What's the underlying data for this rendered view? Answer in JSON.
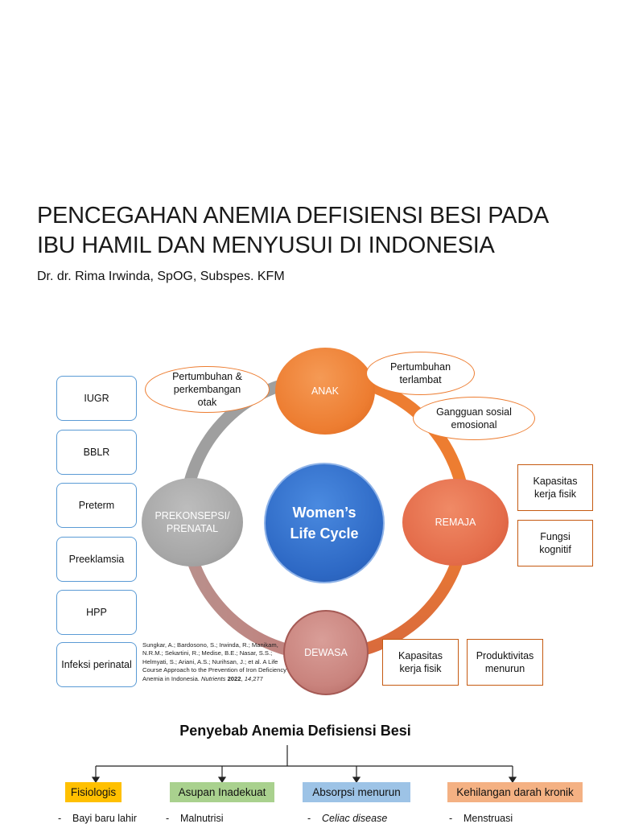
{
  "title_lines": [
    "PENCEGAHAN ANEMIA DEFISIENSI BESI PADA",
    "IBU HAMIL DAN MENYUSUI DI INDONESIA"
  ],
  "subtitle": "Dr. dr. Rima Irwinda, SpOG, Subspes. KFM",
  "cycle": {
    "center_lines": [
      "Women’s",
      "Life Cycle"
    ],
    "stages": {
      "anak": "ANAK",
      "remaja": "REMAJA",
      "dewasa": "DEWASA",
      "prekonsepsi_lines": [
        "PREKONSEPSI/",
        "PRENATAL"
      ]
    },
    "colors": {
      "center": "#2e6fd0",
      "anak": "#ed7d31",
      "remaja": "#e46c4a",
      "dewasa": "#c9837d",
      "prekonsepsi": "#a6a6a6"
    }
  },
  "left_boxes": [
    "IUGR",
    "BBLR",
    "Preterm",
    "Preeklamsia",
    "HPP",
    "Infeksi perinatal"
  ],
  "ovals": {
    "otak_lines": [
      "Pertumbuhan &",
      "perkembangan",
      "otak"
    ],
    "terlambat_lines": [
      "Pertumbuhan",
      "terlambat"
    ],
    "sosial_lines": [
      "Gangguan sosial",
      "emosional"
    ]
  },
  "remaja_boxes": {
    "kapasitas_lines": [
      "Kapasitas",
      "kerja fisik"
    ],
    "kognitif_lines": [
      "Fungsi",
      "kognitif"
    ]
  },
  "dewasa_boxes": {
    "kapasitas_lines": [
      "Kapasitas",
      "kerja fisik"
    ],
    "produktivitas_lines": [
      "Produktivitas",
      "menurun"
    ]
  },
  "citation": {
    "text": "Sungkar, A.; Bardosono, S.; Irwinda, R.; Manikam, N.R.M.; Sekartini, R.; Medise, B.E.; Nasar, S.S.; Helmyati, S.; Ariani, A.S.; Nurihsan, J.; et al. A Life Course Approach to the Prevention of Iron Deficiency Anemia in Indonesia.",
    "journal": "Nutrients",
    "year": "2022",
    "volume": "14",
    "page": ",277"
  },
  "causes": {
    "title": "Penyebab Anemia Defisiensi Besi",
    "categories": [
      {
        "label": "Fisiologis",
        "color": "#ffc000",
        "item": "Bayi baru lahir"
      },
      {
        "label": "Asupan Inadekuat",
        "color": "#a9d18e",
        "item": "Malnutrisi"
      },
      {
        "label": "Absorpsi menurun",
        "color": "#9dc3e6",
        "item": "Celiac disease"
      },
      {
        "label": "Kehilangan darah kronik",
        "color": "#f4b183",
        "item": "Menstruasi"
      }
    ],
    "bullet": "-"
  }
}
